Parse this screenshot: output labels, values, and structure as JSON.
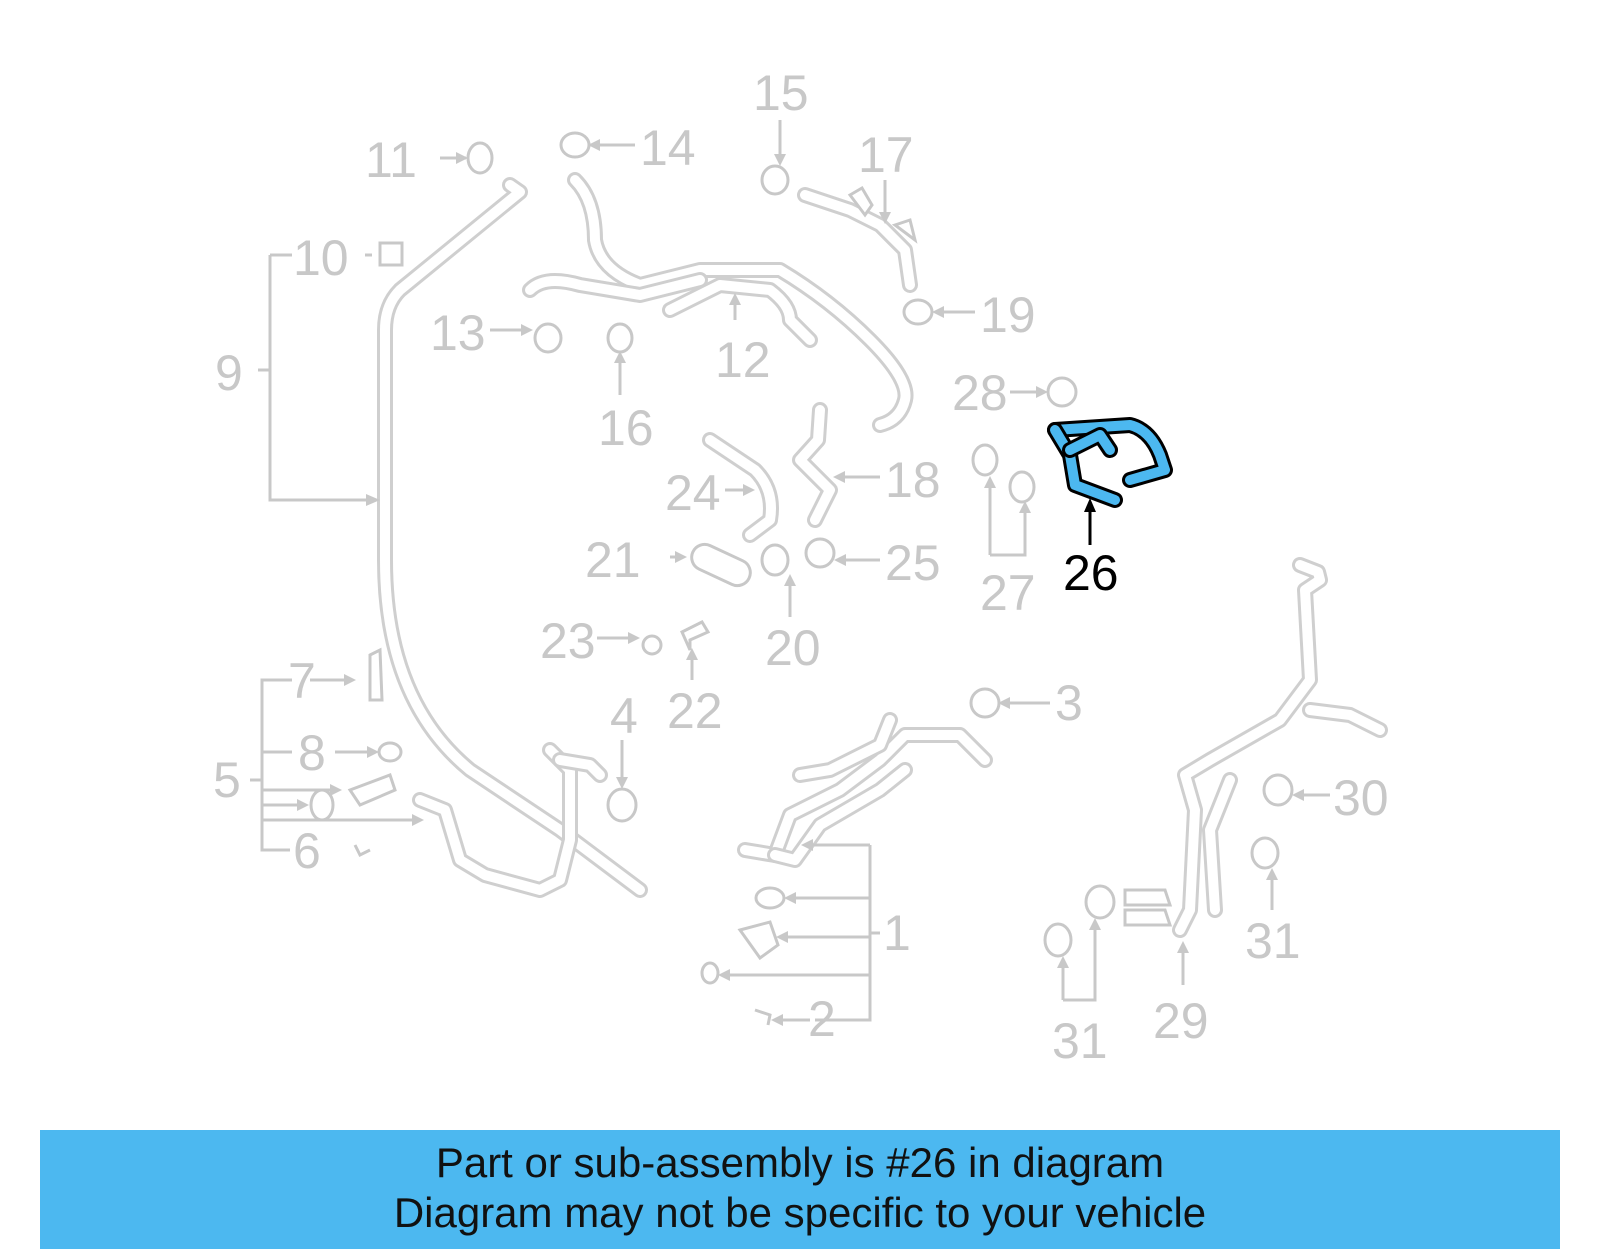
{
  "diagram": {
    "callouts": [
      "1",
      "2",
      "3",
      "4",
      "5",
      "6",
      "7",
      "8",
      "9",
      "10",
      "11",
      "12",
      "13",
      "14",
      "15",
      "16",
      "17",
      "18",
      "19",
      "20",
      "21",
      "22",
      "23",
      "24",
      "25",
      "26",
      "27",
      "28",
      "29",
      "30",
      "31",
      "31"
    ],
    "highlighted_callout": "26",
    "colors": {
      "highlight": "#4cb8f0",
      "inactive": "#c8c8c8",
      "active_label": "#000000"
    }
  },
  "banner": {
    "line1": "Part or sub-assembly is #26 in diagram",
    "line2": "Diagram may not be specific to your vehicle",
    "background": "#4cb8f0"
  }
}
